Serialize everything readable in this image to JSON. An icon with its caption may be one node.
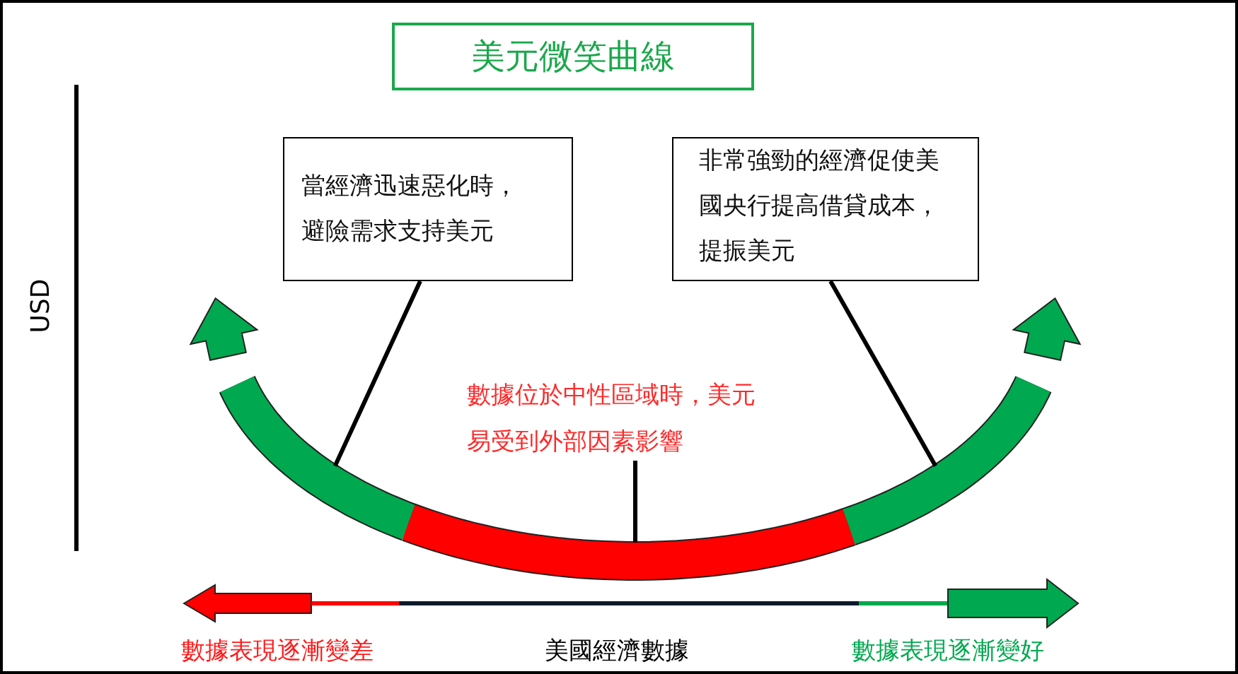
{
  "diagram": {
    "title": "美元微笑曲線",
    "nodes": [
      {
        "text": [
          "當經濟迅速惡化時，避險需求支持美元"
        ]
      },
      {
        "text": [
          "非常強勁的經濟促使美國央行提高借貸成本，提振美元"
        ]
      },
      {
        "text": [
          "數據位於中性區域時，美元易受到外部因素影響"
        ]
      },
      {
        "text": [],
        "shape": "bar"
      },
      {
        "text": [],
        "shape": "bar"
      },
      {
        "text": [],
        "shape": "bar"
      }
    ],
    "edges": [
      {
        "from": 0,
        "to": 3,
        "arrow": "none"
      },
      {
        "from": 1,
        "to": 5,
        "arrow": "none"
      },
      {
        "from": 2,
        "to": 4,
        "arrow": "none"
      },
      {
        "from": 3,
        "to": null,
        "arrow": "to"
      },
      {
        "from": 5,
        "to": null,
        "arrow": "to"
      }
    ],
    "labels": [
      "USD",
      "數據表現逐漸變差",
      "美國經濟數據",
      "數據表現逐漸變好"
    ]
  }
}
